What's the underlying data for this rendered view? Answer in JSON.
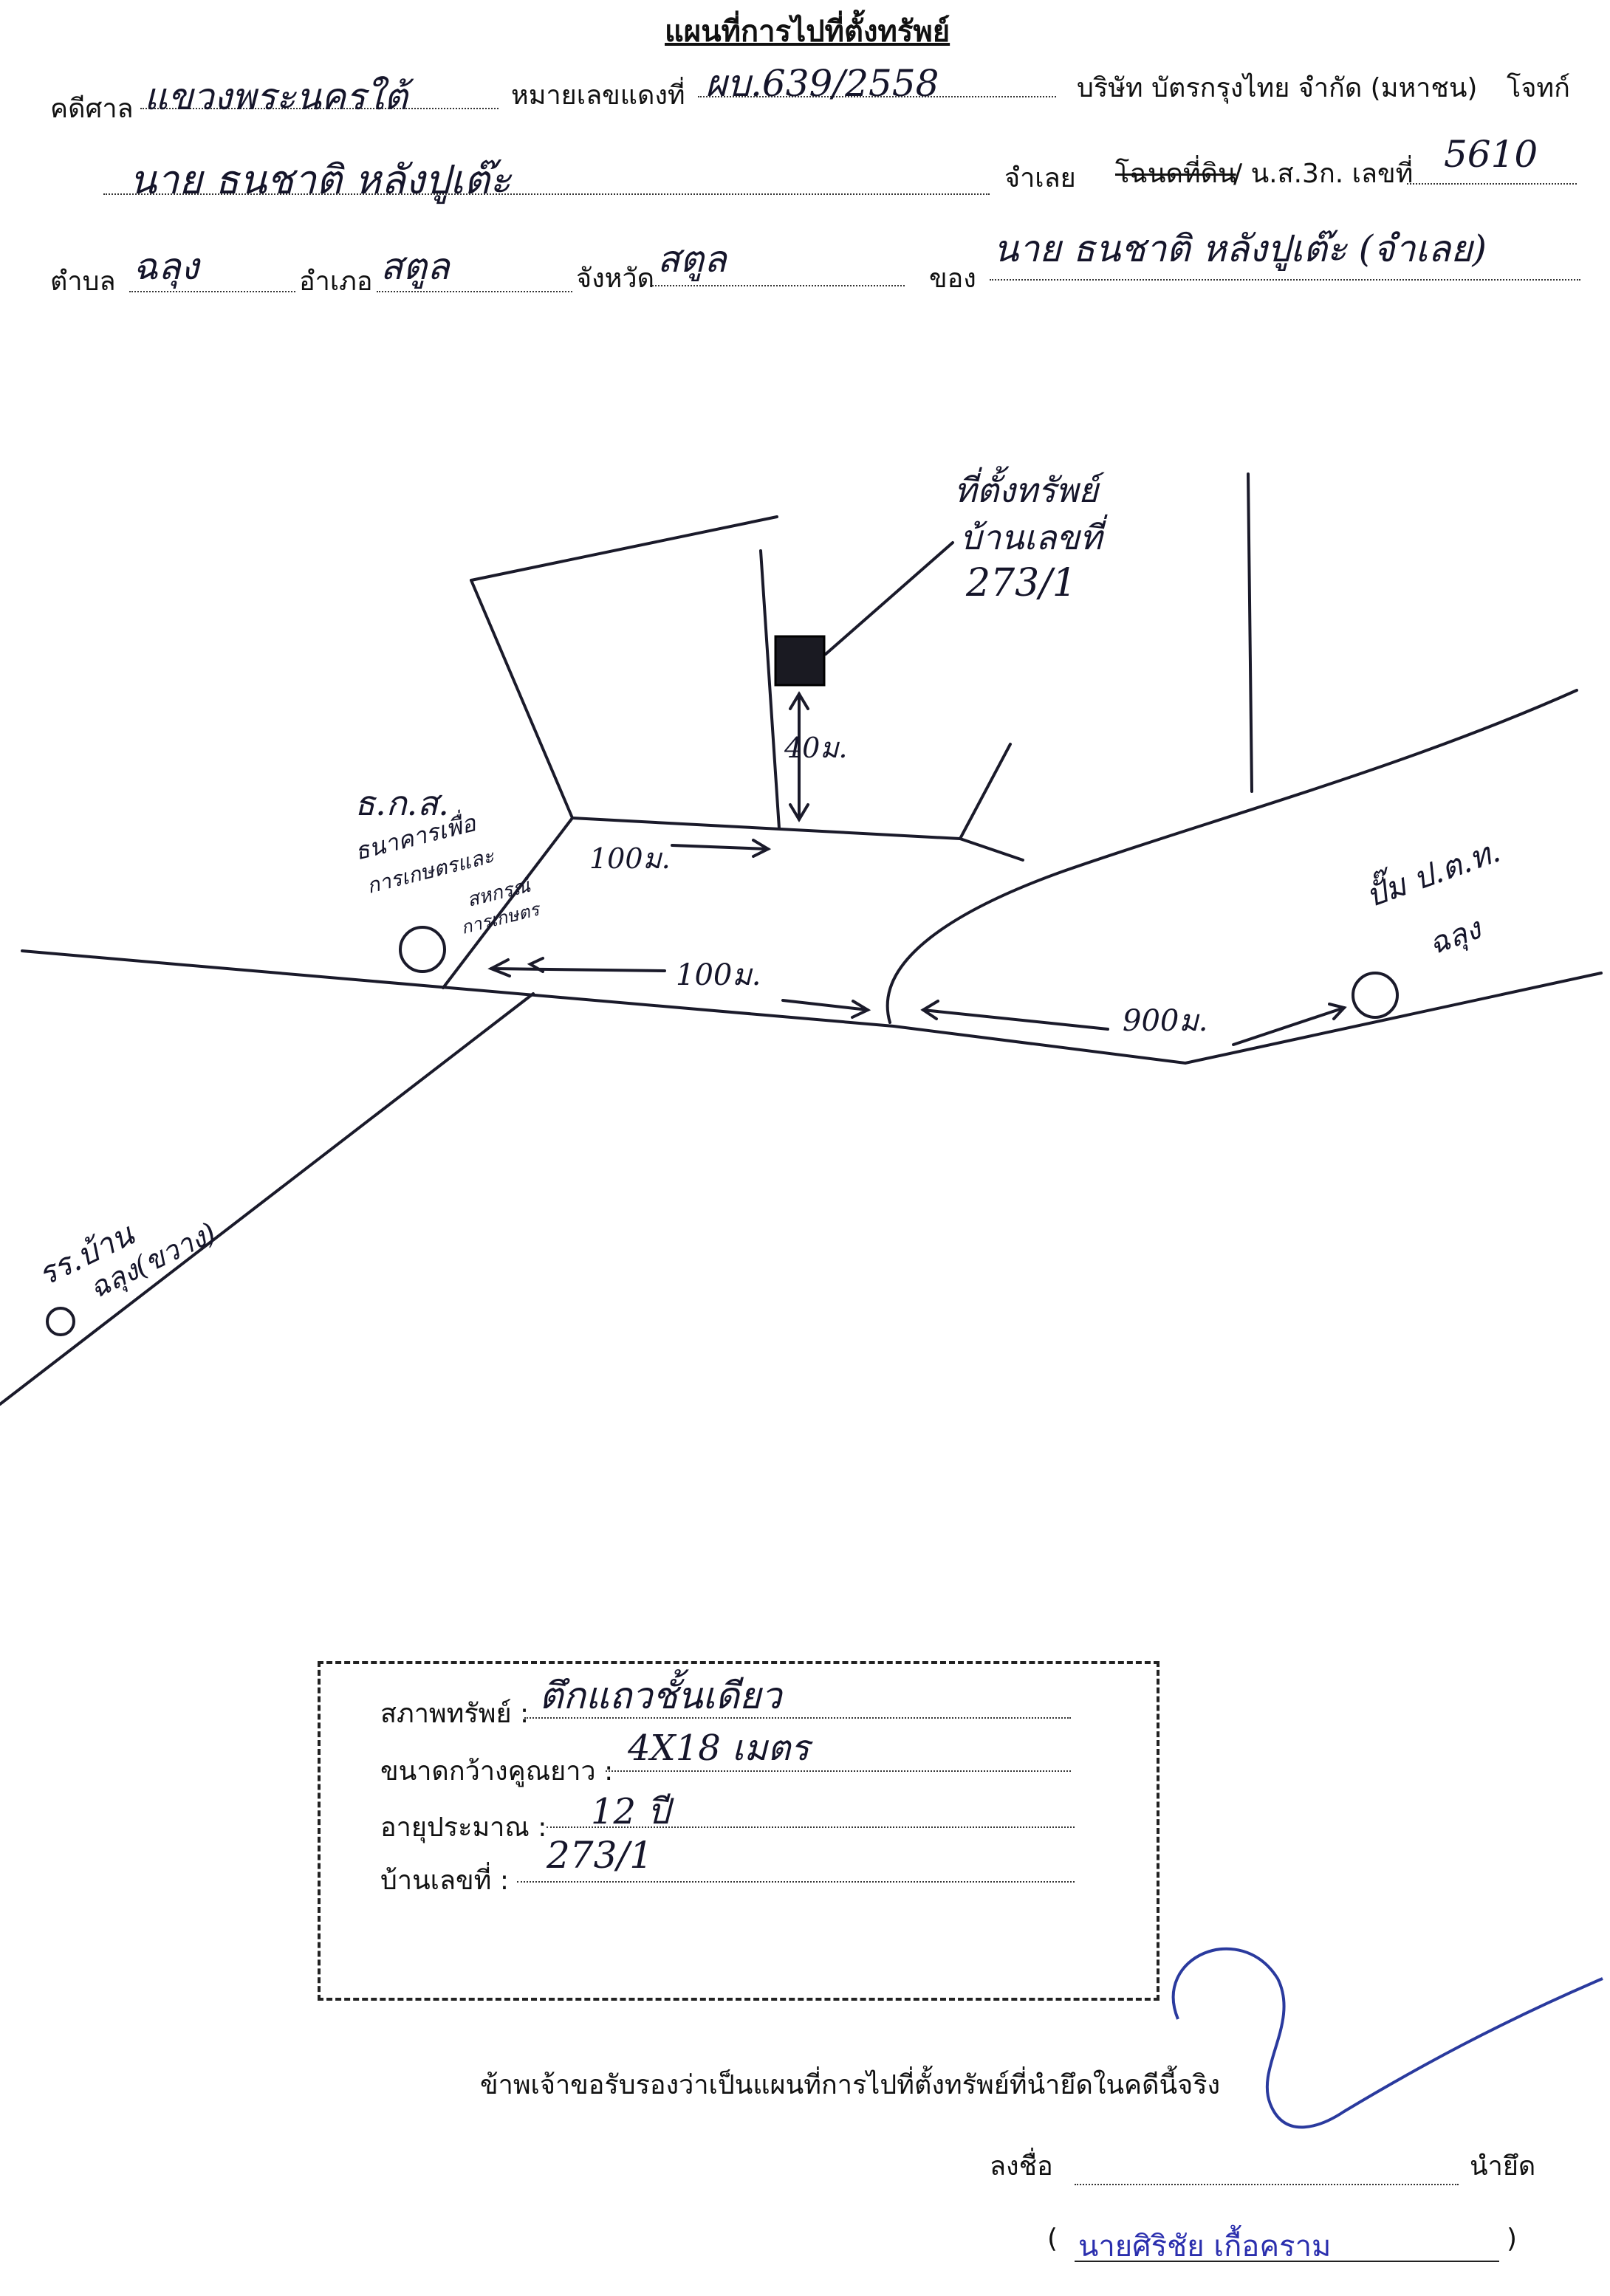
{
  "header": {
    "title": "แผนที่การไปที่ตั้งทรัพย์",
    "court_label": "คดีศาล",
    "court_value": "แขวงพระนครใต้",
    "case_label": "หมายเลขแดงที่",
    "case_value": "ผบ.639/2558",
    "plaintiff": "บริษัท บัตรกรุงไทย จำกัด (มหาชน)",
    "plaintiff_role": "โจทก์",
    "defendant_value": "นาย ธนชาติ หลังปูเต๊ะ",
    "defendant_role": "จำเลย",
    "deed_label_struck": "โฉนดที่ดิน",
    "deed_label": "/ น.ส.3ก. เลขที่",
    "deed_value": "5610",
    "subdistrict_label": "ตำบล",
    "subdistrict_value": "ฉลุง",
    "district_label": "อำเภอ",
    "district_value": "สตูล",
    "province_label": "จังหวัด",
    "province_value": "สตูล",
    "owner_label": "ของ",
    "owner_value": "นาย ธนชาติ หลังปูเต๊ะ (จำเลย)"
  },
  "map": {
    "property_label_1": "ที่ตั้งทรัพย์",
    "property_label_2": "บ้านเลขที่",
    "property_label_3": "273/1",
    "dist_40": "40ม.",
    "dist_100_a": "100ม.",
    "dist_100_b": "100ม.",
    "dist_900": "900ม.",
    "bank_label_1": "ธ.ก.ส.",
    "bank_label_2": "ธนาคารเพื่อ",
    "bank_label_3": "การเกษตรและ",
    "bank_label_4": "สหกรณ์",
    "bank_label_5": "การเกษตร",
    "pump_label_1": "ปั๊ม ป.ต.ท.",
    "pump_label_2": "ฉลุง",
    "school_label_1": "รร.บ้าน",
    "school_label_2": "ฉลุง(ขวาง)"
  },
  "details": {
    "condition_label": "สภาพทรัพย์ :",
    "condition_value": "ตึกแถวชั้นเดียว",
    "size_label": "ขนาดกว้างคูณยาว :",
    "size_value": "4X18 เมตร",
    "age_label": "อายุประมาณ :",
    "age_value": "12 ปี",
    "house_label": "บ้านเลขที่ :",
    "house_value": "273/1"
  },
  "footer": {
    "certify": "ข้าพเจ้าขอรับรองว่าเป็นแผนที่การไปที่ตั้งทรัพย์ที่นำยึดในคดีนี้จริง",
    "sign_label": "ลงชื่อ",
    "sign_role": "นำยึด",
    "paren_open": "(",
    "signer_name": "นายศิริชัย เกื้อคราม",
    "paren_close": ")"
  }
}
